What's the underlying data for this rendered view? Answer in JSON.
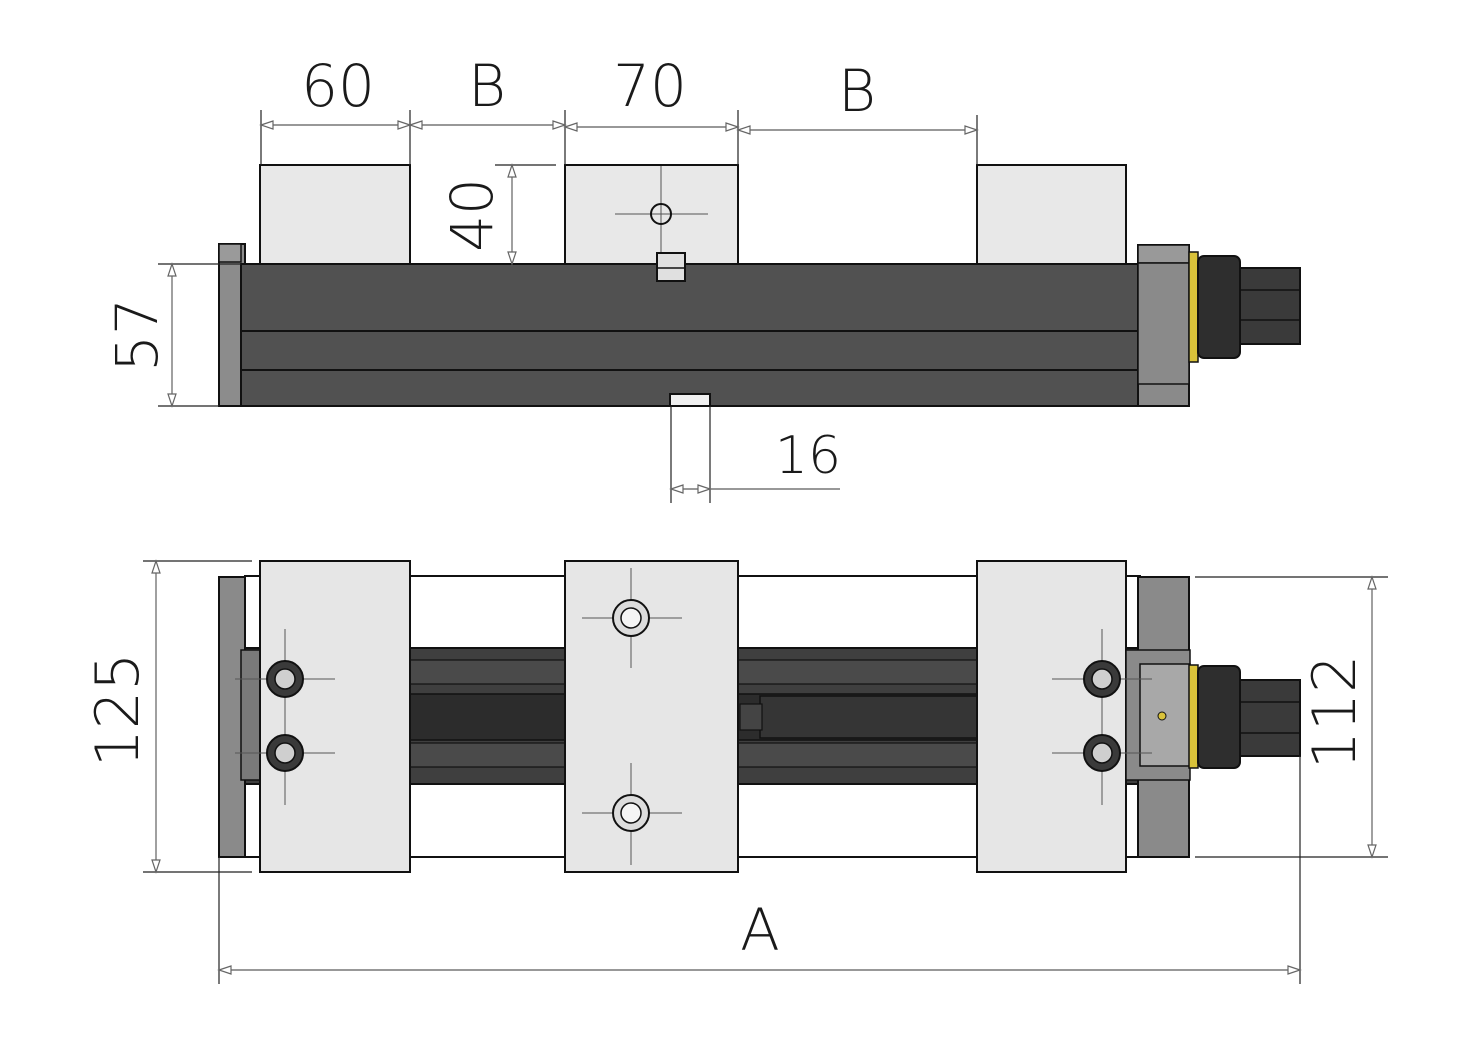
{
  "dimensions": {
    "top_view": {
      "jaw_width_left": "60",
      "jaw_spacing_left": "B",
      "jaw_width_center": "70",
      "jaw_spacing_right": "B",
      "jaw_height": "40",
      "body_height": "57",
      "slot_width": "16"
    },
    "bottom_view": {
      "overall_width": "125",
      "end_block_width": "112",
      "overall_length": "A"
    }
  },
  "colors": {
    "body_dark": "#505050",
    "body_stroke": "#111111",
    "end_plate": "#8a8a8a",
    "jaw_fill": "#e6e6e6",
    "rod_dark": "#3c3c3c",
    "collar_yellow": "#d9c23a",
    "background": "#ffffff"
  }
}
